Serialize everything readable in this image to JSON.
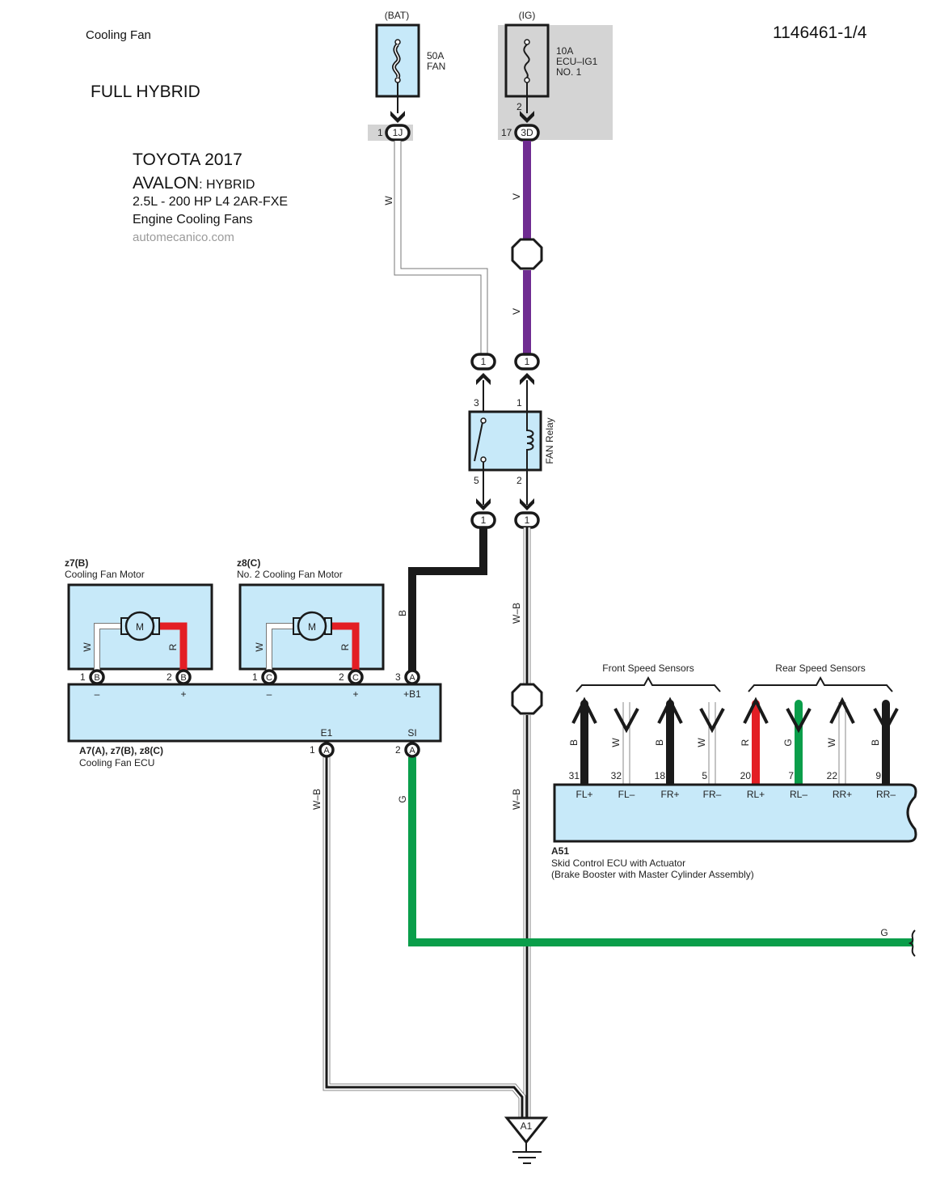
{
  "header": {
    "section_title": "Cooling Fan",
    "variant": "FULL HYBRID",
    "diagram_code": "1146461-1/4"
  },
  "vehicle_info": {
    "make_year": "TOYOTA 2017",
    "model": "AVALON",
    "model_suffix": ": HYBRID",
    "engine": "2.5L - 200 HP  L4 2AR-FXE",
    "system": "Engine Cooling Fans",
    "watermark": "automecanico.com"
  },
  "fuses": [
    {
      "source": "(BAT)",
      "rating": "50A",
      "name": "FAN",
      "name2": "",
      "out_pin": "",
      "connector_pin": "1",
      "connector": "1J"
    },
    {
      "source": "(IG)",
      "rating": "10A",
      "name": "ECU–IG1",
      "name2": "NO. 1",
      "out_pin": "2",
      "connector_pin": "17",
      "connector": "3D"
    }
  ],
  "wires": {
    "bat_to_relay": "W",
    "ig_to_splice": "V",
    "splice_to_relay": "V",
    "relay_to_ecu": "B",
    "relay_ground_upper": "W–B",
    "relay_ground_lower": "W–B",
    "e1_ground": "W–B",
    "si_signal": "G",
    "si_continue": "G",
    "motor1_neg": "W",
    "motor1_pos": "R",
    "motor2_neg": "W",
    "motor2_pos": "R"
  },
  "colors": {
    "violet": "#6f2c91",
    "green": "#0a9e4a",
    "red": "#e31e24",
    "black": "#1a1a1a",
    "component_fill": "#c7e9f9",
    "junction_fill": "#d4d4d4"
  },
  "relay": {
    "name": "FAN Relay",
    "pins": {
      "switch_in": "3",
      "coil_in": "1",
      "switch_out": "5",
      "coil_out": "2"
    },
    "connectors": {
      "top_left": "1",
      "top_right": "1",
      "bottom_left": "1",
      "bottom_right": "1"
    }
  },
  "motors": [
    {
      "code": "z7(B)",
      "name": "Cooling Fan Motor",
      "symbol": "M",
      "pin_neg": "1",
      "pin_pos": "2",
      "conn": "B"
    },
    {
      "code": "z8(C)",
      "name": "No.  2 Cooling Fan Motor",
      "symbol": "M",
      "pin_neg": "1",
      "pin_pos": "2",
      "conn": "C"
    }
  ],
  "fan_ecu": {
    "code": "A7(A), z7(B), z8(C)",
    "name": "Cooling Fan ECU",
    "terminals_top": [
      {
        "label": "–"
      },
      {
        "label": "+"
      },
      {
        "label": "–"
      },
      {
        "label": "+"
      },
      {
        "label": "+B1",
        "pin": "3",
        "conn": "A"
      }
    ],
    "terminals_bottom": [
      {
        "label": "E1",
        "pin": "1",
        "conn": "A"
      },
      {
        "label": "SI",
        "pin": "2",
        "conn": "A"
      }
    ]
  },
  "skid_ecu": {
    "code": "A51",
    "name": "Skid Control ECU with Actuator",
    "subname": "(Brake Booster with Master Cylinder Assembly)",
    "front_group": "Front Speed Sensors",
    "rear_group": "Rear Speed Sensors",
    "terminals": [
      {
        "pin": "31",
        "label": "FL+",
        "wire": "B",
        "dir": "up"
      },
      {
        "pin": "32",
        "label": "FL–",
        "wire": "W",
        "dir": "down"
      },
      {
        "pin": "18",
        "label": "FR+",
        "wire": "B",
        "dir": "up"
      },
      {
        "pin": "5",
        "label": "FR–",
        "wire": "W",
        "dir": "down"
      },
      {
        "pin": "20",
        "label": "RL+",
        "wire": "R",
        "dir": "up"
      },
      {
        "pin": "7",
        "label": "RL–",
        "wire": "G",
        "dir": "down"
      },
      {
        "pin": "22",
        "label": "RR+",
        "wire": "W",
        "dir": "up"
      },
      {
        "pin": "9",
        "label": "RR–",
        "wire": "B",
        "dir": "down"
      }
    ]
  },
  "ground": {
    "label": "A1"
  }
}
